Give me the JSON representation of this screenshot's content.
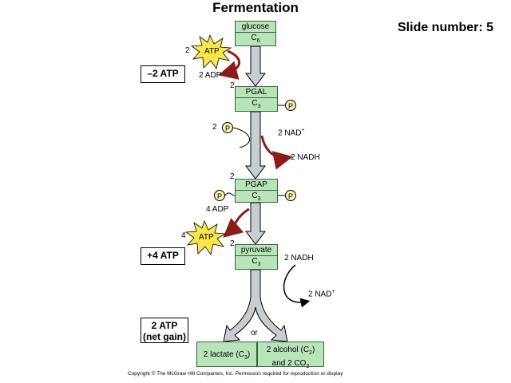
{
  "title": "Fermentation",
  "slide_label": "Slide number: 5",
  "glucose": {
    "name": "glucose",
    "formula": "C",
    "sub": "6"
  },
  "pgal": {
    "name": "PGAL",
    "formula": "C",
    "sub": "3"
  },
  "pgap": {
    "name": "PGAP",
    "formula": "C",
    "sub": "3"
  },
  "pyruvate": {
    "name": "pyruvate",
    "formula": "C",
    "sub": "3"
  },
  "lactate": {
    "text": "2 lactate (C",
    "sub": "3",
    "close": ")"
  },
  "alcohol": {
    "line1": "2 alcohol (C",
    "sub1": "2",
    "close1": ")",
    "line2": "and 2 CO",
    "sub2": "2"
  },
  "atp_summary": {
    "minus": "–2 ATP",
    "plus": "+4 ATP",
    "net_line1": "2 ATP",
    "net_line2": "(net gain)"
  },
  "labels": {
    "two_atp_count": "2",
    "atp_word": "ATP",
    "two_adp": "2 ADP",
    "two_above_pgal": "2",
    "phosphate_count": "2",
    "phosphate": "P",
    "nad_plus": "2 NAD",
    "nad_plus_sup": "+",
    "nadh": "2 NADH",
    "two_above_pgap": "2",
    "four_adp": "4 ADP",
    "four_atp_count": "4",
    "two_above_pyruvate": "2",
    "nadh2": "2 NADH",
    "nad_plus2": "2 NAD",
    "nad_plus2_sup": "+",
    "or": "or"
  },
  "copyright": "Copyright © The McGraw Hill Companies, Inc. Permission required for reproduction or display",
  "colors": {
    "box_fill": "#b9e4b9",
    "arrow_fill": "#c8cdd2",
    "red_arrow": "#8e1b1b",
    "phosphate_fill": "#f7f2b0",
    "burst_fill": "#fbe74a"
  }
}
